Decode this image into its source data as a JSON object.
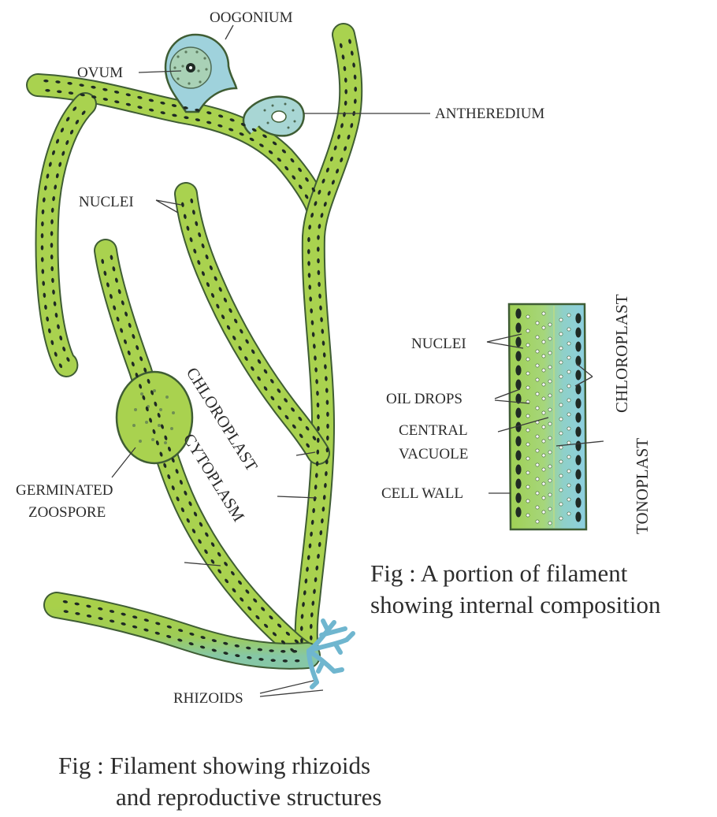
{
  "diagram": {
    "labels": {
      "oogonium": "OOGONIUM",
      "ovum": "OVUM",
      "antheredium": "ANTHEREDIUM",
      "nuclei_main": "NUCLEI",
      "chloroplast_main": "CHLOROPLAST",
      "cytoplasm": "CYTOPLASM",
      "germinated_zoospore_line1": "GERMINATED",
      "germinated_zoospore_line2": "ZOOSPORE",
      "rhizoids": "RHIZOIDS",
      "nuclei_inset": "NUCLEI",
      "oil_drops": "OIL DROPS",
      "central_vacuole_line1": "CENTRAL",
      "central_vacuole_line2": "VACUOLE",
      "cell_wall": "CELL WALL",
      "chloroplast_inset": "CHLOROPLAST",
      "tonoplast": "TONOPLAST"
    },
    "captions": {
      "inset_line1": "Fig : A portion of filament",
      "inset_line2": "showing internal composition",
      "main_line1": "Fig : Filament showing rhizoids",
      "main_line2": "and reproductive structures"
    },
    "colors": {
      "filament_green": "#a9d24f",
      "filament_outline": "#3f5d34",
      "cytoplasm_blue": "#8fd0e2",
      "chloroplast_dark": "#1f2a24",
      "rhizoid_blue": "#a3dcec"
    }
  }
}
